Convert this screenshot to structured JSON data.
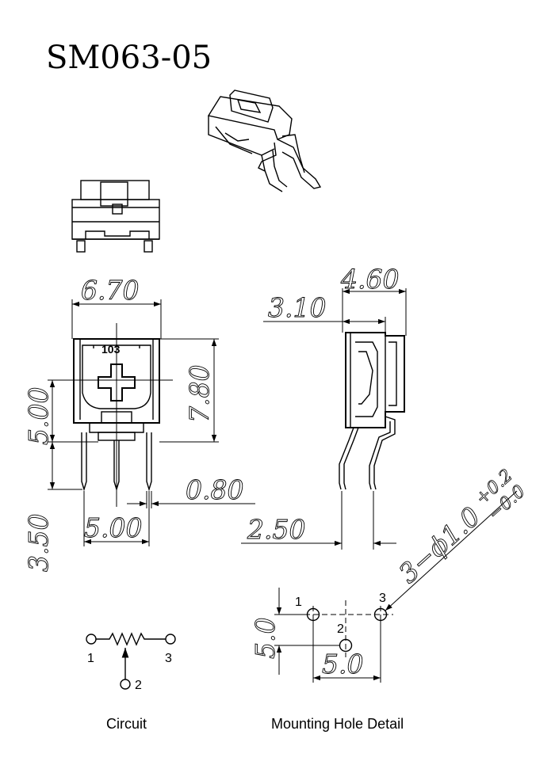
{
  "title": "SM063-05",
  "marking": "103",
  "front_view": {
    "width": "6.70",
    "height": "7.80",
    "center_height": "5.00",
    "lead_length": "3.50",
    "pin_pitch": "5.00",
    "pin_width": "0.80"
  },
  "side_view": {
    "depth": "4.60",
    "body_depth": "3.10",
    "lead_offset": "2.50"
  },
  "circuit": {
    "pin1": "1",
    "pin2": "2",
    "pin3": "3",
    "caption": "Circuit"
  },
  "mounting": {
    "hole_spec": "3−ϕ1.0",
    "tol_plus": "+0.2",
    "tol_minus": "−0.0",
    "vertical_spacing": "5.0",
    "horizontal_spacing": "5.0",
    "pin1": "1",
    "pin2": "2",
    "pin3": "3",
    "caption": "Mounting Hole Detail"
  }
}
